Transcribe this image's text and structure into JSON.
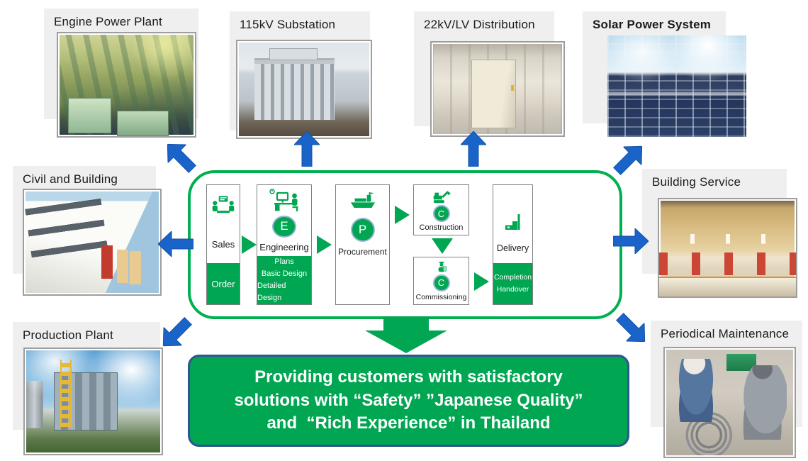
{
  "palette": {
    "green": "#00A651",
    "green_border": "#00B050",
    "blue_arrow": "#1A63C8",
    "message_border": "#2F5496",
    "label_bg": "#EFEFEF"
  },
  "services": {
    "engine": {
      "label": "Engine Power Plant"
    },
    "substation": {
      "label": "115kV Substation"
    },
    "distribution": {
      "label": "22kV/LV Distribution"
    },
    "solar": {
      "label": "Solar Power System"
    },
    "civil": {
      "label": "Civil and Building"
    },
    "building_service": {
      "label": "Building Service"
    },
    "production": {
      "label": "Production Plant"
    },
    "maintenance": {
      "label": "Periodical Maintenance"
    }
  },
  "flow": {
    "sales": {
      "label": "Sales",
      "order": "Order"
    },
    "engineering": {
      "label": "Engineering",
      "badge": "E",
      "plans": "Plans",
      "basic": "Basic Design",
      "detailed": "Detailed Design"
    },
    "procurement": {
      "label": "Procurement",
      "badge": "P"
    },
    "construction": {
      "label": "Construction",
      "badge": "C"
    },
    "commissioning": {
      "label": "Commissioning",
      "badge": "C"
    },
    "delivery": {
      "label": "Delivery",
      "completion": "Completion",
      "handover": "Handover"
    }
  },
  "message": {
    "line1": "Providing customers with satisfactory",
    "line2": "solutions with “Safety” ”Japanese Quality”",
    "line3": "and  “Rich Experience” in Thailand"
  }
}
